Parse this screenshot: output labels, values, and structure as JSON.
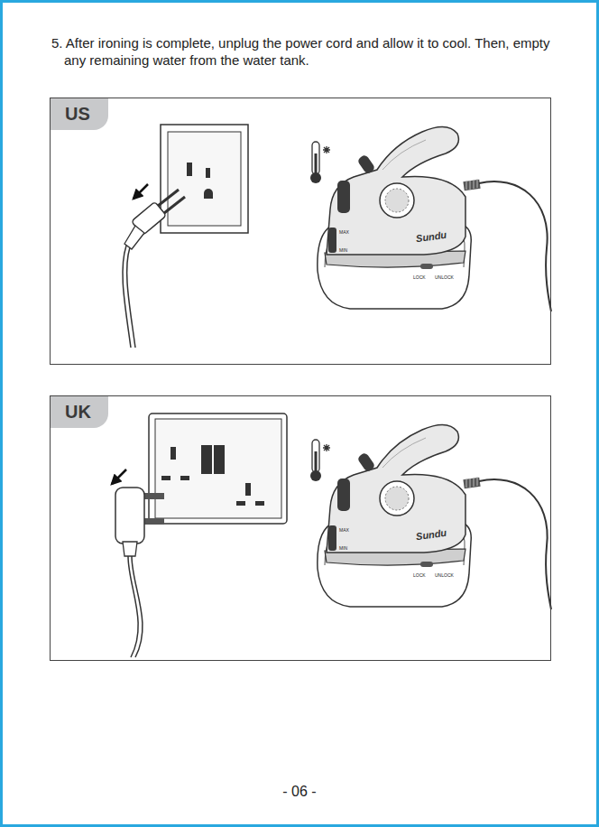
{
  "diagram": {
    "nodes": [
      {
        "text": [
          "US"
        ]
      },
      {
        "text": [
          "UK"
        ]
      }
    ],
    "edges": [],
    "labels": [
      "5. After ironing is complete, unplug the power cord and allow it to cool. Then, empty any remaining water from the water tank.",
      "Sundu",
      "MAX",
      "MIN",
      "LOCK",
      "UNLOCK",
      "Sundu",
      "MAX",
      "MIN",
      "LOCK",
      "UNLOCK",
      "- 06 -"
    ]
  }
}
